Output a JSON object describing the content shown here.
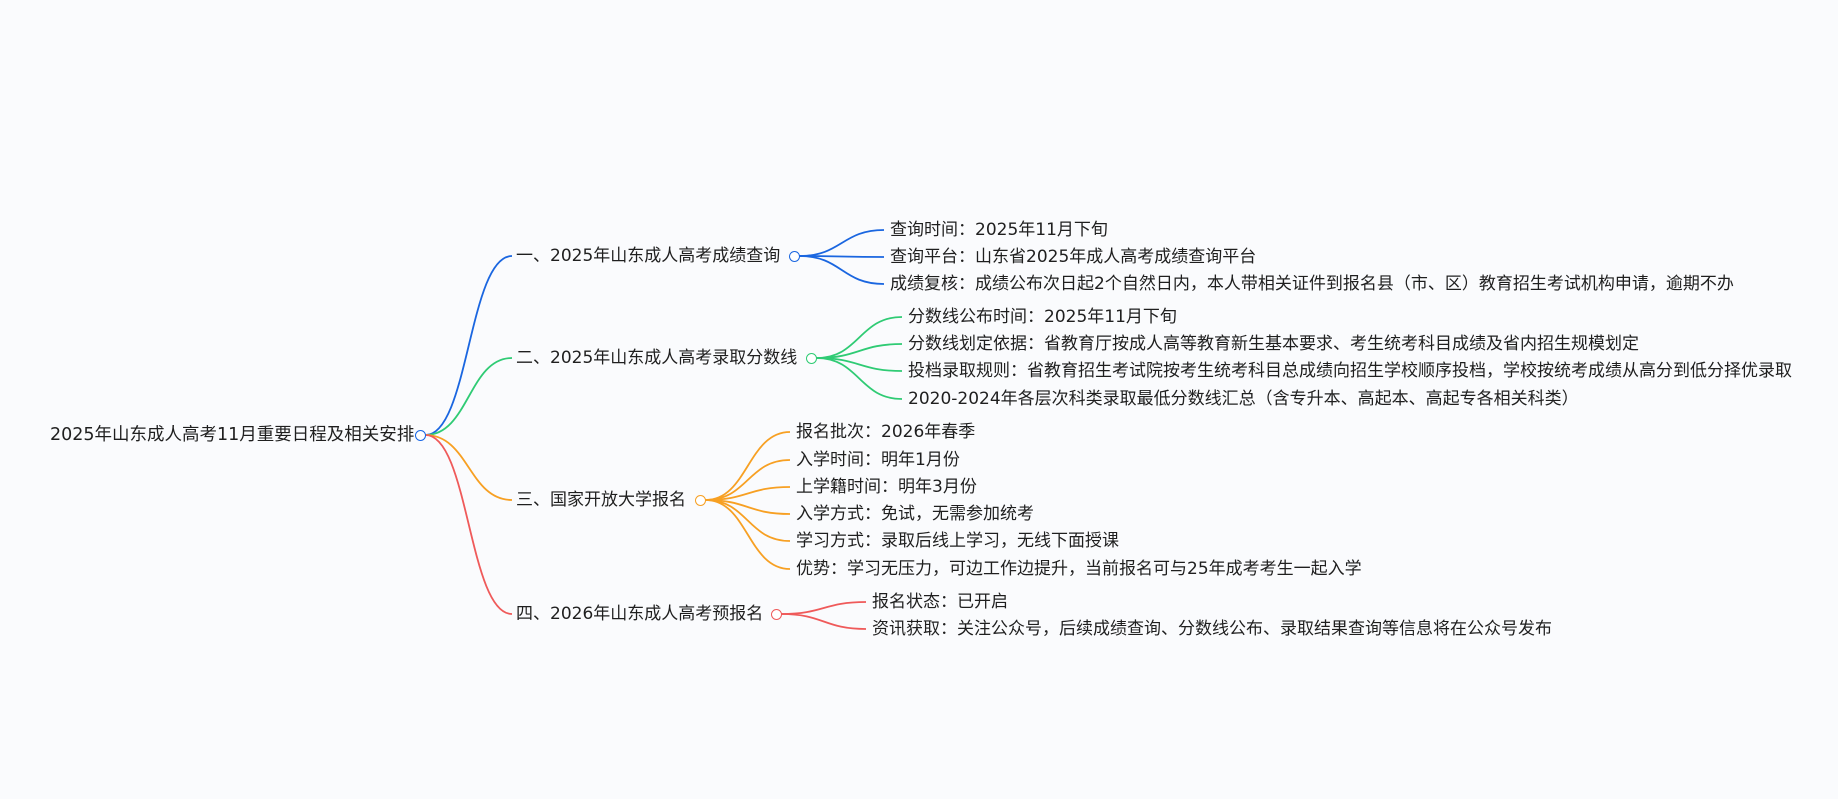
{
  "colors": {
    "root": "#1565e6",
    "branch1": "#1a66e0",
    "branch2": "#2fcb74",
    "branch3": "#f7a023",
    "branch4": "#ef5a5a"
  },
  "mindmap": {
    "root": "2025年山东成人高考11月重要日程及相关安排",
    "branches": [
      {
        "label": "一、2025年山东成人高考成绩查询",
        "children": [
          "查询时间：2025年11月下旬",
          "查询平台：山东省2025年成人高考成绩查询平台",
          "成绩复核：成绩公布次日起2个自然日内，本人带相关证件到报名县（市、区）教育招生考试机构申请，逾期不办"
        ]
      },
      {
        "label": "二、2025年山东成人高考录取分数线",
        "children": [
          "分数线公布时间：2025年11月下旬",
          "分数线划定依据：省教育厅按成人高等教育新生基本要求、考生统考科目成绩及省内招生规模划定",
          "投档录取规则：省教育招生考试院按考生统考科目总成绩向招生学校顺序投档，学校按统考成绩从高分到低分择优录取",
          "2020-2024年各层次科类录取最低分数线汇总（含专升本、高起本、高起专各相关科类）"
        ]
      },
      {
        "label": "三、国家开放大学报名",
        "children": [
          "报名批次：2026年春季",
          "入学时间：明年1月份",
          "上学籍时间：明年3月份",
          "入学方式：免试，无需参加统考",
          "学习方式：录取后线上学习，无线下面授课",
          "优势：学习无压力，可边工作边提升，当前报名可与25年成考考生一起入学"
        ]
      },
      {
        "label": "四、2026年山东成人高考预报名",
        "children": [
          "报名状态：已开启",
          "资讯获取：关注公众号，后续成绩查询、分数线公布、录取结果查询等信息将在公众号发布"
        ]
      }
    ]
  }
}
